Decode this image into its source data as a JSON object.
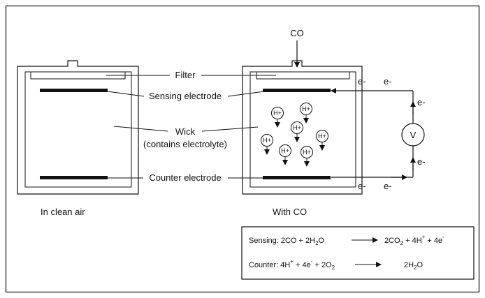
{
  "labels": {
    "co": "CO",
    "filter": "Filter",
    "sensing_electrode": "Sensing electrode",
    "wick": "Wick",
    "wick_note": "(contains electrolyte)",
    "counter_electrode": "Counter electrode",
    "caption_left": "In clean air",
    "caption_right": "With CO",
    "electron": "e-",
    "voltmeter": "V",
    "ion": "H+"
  },
  "equations": {
    "sensing": {
      "prefix": "Sensing: 2CO + 2H",
      "sub1": "2",
      "mid": "O",
      "product": "2CO",
      "sub2": "2",
      "plus": " + 4H",
      "sup1": "+",
      "tail": " + 4e",
      "sup2": "-"
    },
    "counter": {
      "prefix": "Counter: 4H",
      "sup1": "+",
      "mid1": " + 4e",
      "sup2": "-",
      "mid2": " + 2O",
      "sub1": "2",
      "product": "2H",
      "sub2": "2",
      "tail": "O"
    }
  },
  "colors": {
    "line": "#111111",
    "background": "#ffffff"
  }
}
